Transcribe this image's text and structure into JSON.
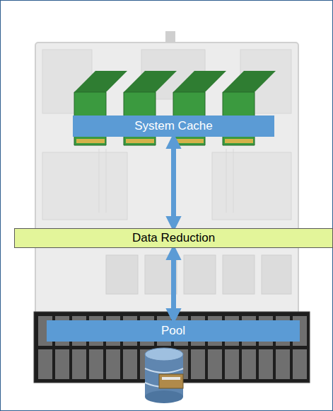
{
  "diagram": {
    "nodes": [
      {
        "text": [
          "System Cache"
        ]
      },
      {
        "text": [
          "Data Reduction"
        ]
      },
      {
        "text": [
          "Pool"
        ]
      }
    ],
    "edges": [
      {
        "from": 0,
        "to": 1,
        "arrow": "both"
      },
      {
        "from": 1,
        "to": 2,
        "arrow": "both"
      }
    ]
  }
}
